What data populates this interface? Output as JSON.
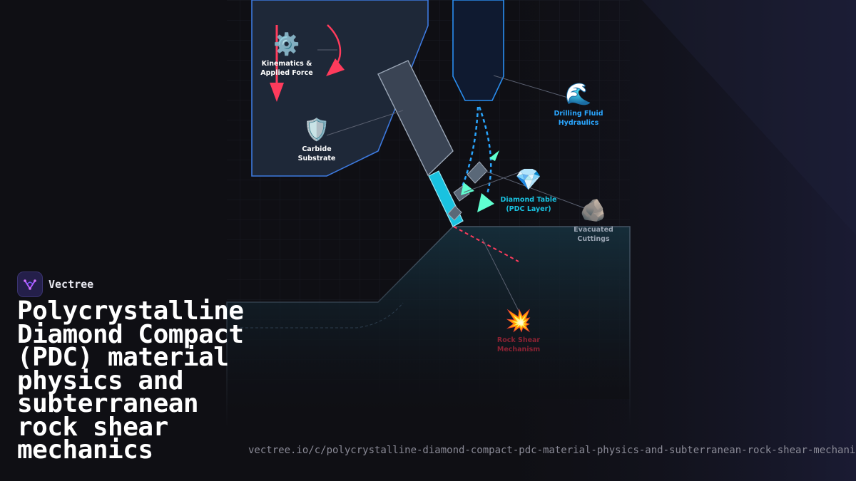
{
  "brand": {
    "name": "Vectree"
  },
  "title": "Polycrystalline Diamond Compact (PDC) material physics and subterranean rock shear mechanics",
  "url": "vectree.io/c/polycrystalline-diamond-compact-pdc-material-physics-and-subterranean-rock-shear-mechanics",
  "colors": {
    "background": "#0f0f14",
    "force": "#ff3b5c",
    "fluid": "#2aa6ff",
    "diamond": "#19c2e0",
    "cuttings": "#5fffd0",
    "rock_label": "#8a2233"
  },
  "diagram": {
    "labels": {
      "kinematics": {
        "line1": "Kinematics &",
        "line2": "Applied Force",
        "icon": "gear-icon",
        "glyph": "⚙️"
      },
      "substrate": {
        "line1": "Carbide",
        "line2": "Substrate",
        "icon": "shield-icon",
        "glyph": "🛡️"
      },
      "fluid": {
        "line1": "Drilling Fluid",
        "line2": "Hydraulics",
        "icon": "wave-icon",
        "glyph": "🌊"
      },
      "diamond": {
        "line1": "Diamond Table",
        "line2": "(PDC Layer)",
        "icon": "gem-icon",
        "glyph": "💎"
      },
      "cuttings": {
        "line1": "Evacuated",
        "line2": "Cuttings",
        "icon": "rock-icon",
        "glyph": "🪨"
      },
      "shear": {
        "line1": "Rock Shear",
        "line2": "Mechanism",
        "icon": "collision-icon",
        "glyph": "💥"
      }
    }
  }
}
